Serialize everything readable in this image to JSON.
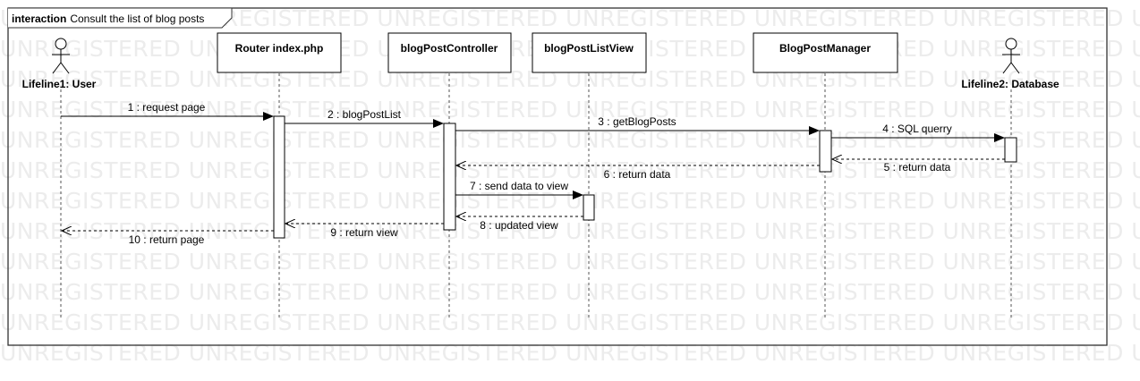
{
  "watermark": "UNREGISTERED",
  "frame": {
    "keyword": "interaction",
    "title": "Consult the list of blog posts"
  },
  "lifelines": [
    {
      "name": "Lifeline1: User",
      "kind": "actor"
    },
    {
      "name": "Router index.php",
      "kind": "box"
    },
    {
      "name": "blogPostController",
      "kind": "box"
    },
    {
      "name": "blogPostListView",
      "kind": "box"
    },
    {
      "name": "BlogPostManager",
      "kind": "box"
    },
    {
      "name": "Lifeline2: Database",
      "kind": "actor"
    }
  ],
  "messages": [
    {
      "label": "1 : request page",
      "from": 0,
      "to": 1,
      "type": "sync"
    },
    {
      "label": "2 : blogPostList",
      "from": 1,
      "to": 2,
      "type": "sync"
    },
    {
      "label": "3 : getBlogPosts",
      "from": 2,
      "to": 4,
      "type": "sync"
    },
    {
      "label": "4 : SQL querry",
      "from": 4,
      "to": 5,
      "type": "sync"
    },
    {
      "label": "5 : return data",
      "from": 5,
      "to": 4,
      "type": "reply"
    },
    {
      "label": "6 : return data",
      "from": 4,
      "to": 2,
      "type": "reply"
    },
    {
      "label": "7 : send data to view",
      "from": 2,
      "to": 3,
      "type": "sync"
    },
    {
      "label": "8 : updated view",
      "from": 3,
      "to": 2,
      "type": "reply"
    },
    {
      "label": "9 : return view",
      "from": 2,
      "to": 1,
      "type": "reply"
    },
    {
      "label": "10 : return page",
      "from": 1,
      "to": 0,
      "type": "reply"
    }
  ]
}
